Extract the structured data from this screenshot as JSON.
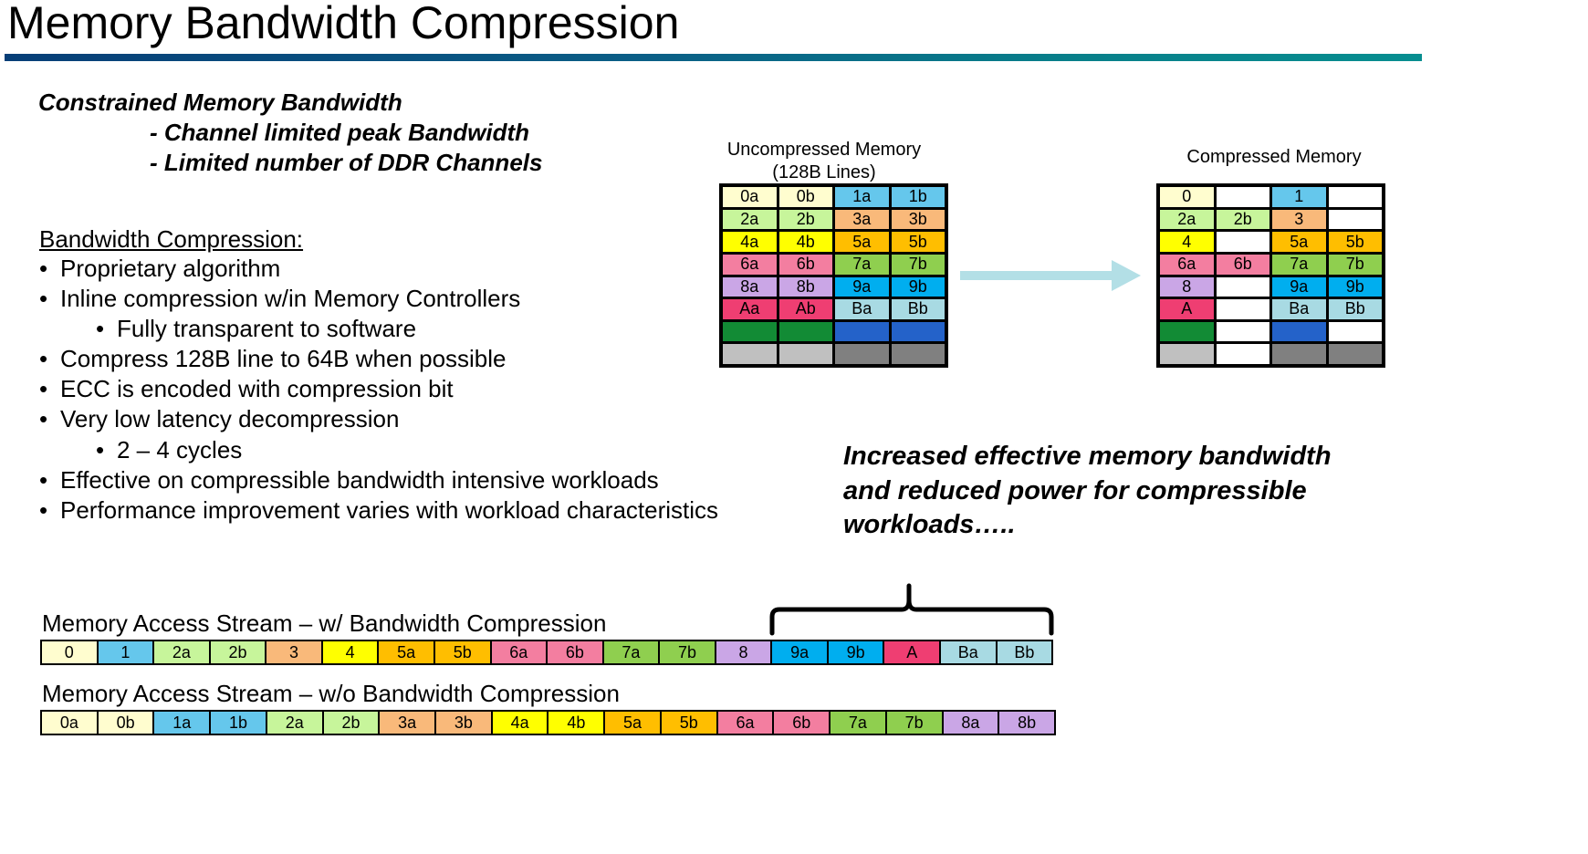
{
  "title": "Memory Bandwidth Compression",
  "constrained": {
    "heading": "Constrained Memory Bandwidth",
    "points": [
      "- Channel limited peak Bandwidth",
      "- Limited number of DDR Channels"
    ]
  },
  "bandwidth_compression": {
    "heading": "Bandwidth Compression:",
    "bullets": [
      {
        "level": 1,
        "text": "Proprietary algorithm"
      },
      {
        "level": 1,
        "text": "Inline compression w/in Memory Controllers"
      },
      {
        "level": 2,
        "text": "Fully transparent to software"
      },
      {
        "level": 1,
        "text": "Compress 128B line to 64B when possible"
      },
      {
        "level": 1,
        "text": "ECC is encoded with compression bit"
      },
      {
        "level": 1,
        "text": "Very low latency decompression"
      },
      {
        "level": 2,
        "text": "2 – 4 cycles"
      },
      {
        "level": 1,
        "text": "Effective on compressible bandwidth intensive workloads"
      },
      {
        "level": 1,
        "text": "Performance improvement varies with workload characteristics"
      }
    ]
  },
  "colors": {
    "c0": "#fffdcf",
    "c1": "#65c7ec",
    "c2": "#c7f59b",
    "c3": "#f9b97a",
    "c4": "#ffff00",
    "c5": "#ffbe00",
    "c6": "#f37ea0",
    "c7": "#8fcf4f",
    "c8": "#caa6e6",
    "c9": "#00aeef",
    "cA": "#ef3e72",
    "cB": "#a8dae3",
    "green": "#128b35",
    "blue": "#2462c9",
    "lightgray": "#c0c0c0",
    "darkgray": "#808080",
    "empty": "#ffffff",
    "arrow": "#b3dfe6"
  },
  "uncompressed": {
    "label_line1": "Uncompressed Memory",
    "label_line2": "(128B Lines)",
    "rows": [
      [
        [
          "0a",
          "c0"
        ],
        [
          "0b",
          "c0"
        ],
        [
          "1a",
          "c1"
        ],
        [
          "1b",
          "c1"
        ]
      ],
      [
        [
          "2a",
          "c2"
        ],
        [
          "2b",
          "c2"
        ],
        [
          "3a",
          "c3"
        ],
        [
          "3b",
          "c3"
        ]
      ],
      [
        [
          "4a",
          "c4"
        ],
        [
          "4b",
          "c4"
        ],
        [
          "5a",
          "c5"
        ],
        [
          "5b",
          "c5"
        ]
      ],
      [
        [
          "6a",
          "c6"
        ],
        [
          "6b",
          "c6"
        ],
        [
          "7a",
          "c7"
        ],
        [
          "7b",
          "c7"
        ]
      ],
      [
        [
          "8a",
          "c8"
        ],
        [
          "8b",
          "c8"
        ],
        [
          "9a",
          "c9"
        ],
        [
          "9b",
          "c9"
        ]
      ],
      [
        [
          "Aa",
          "cA"
        ],
        [
          "Ab",
          "cA"
        ],
        [
          "Ba",
          "cB"
        ],
        [
          "Bb",
          "cB"
        ]
      ],
      [
        [
          "",
          "green"
        ],
        [
          "",
          "green"
        ],
        [
          "",
          "blue"
        ],
        [
          "",
          "blue"
        ]
      ],
      [
        [
          "",
          "lightgray"
        ],
        [
          "",
          "lightgray"
        ],
        [
          "",
          "darkgray"
        ],
        [
          "",
          "darkgray"
        ]
      ]
    ]
  },
  "compressed": {
    "label": "Compressed Memory",
    "rows": [
      [
        [
          "0",
          "c0"
        ],
        [
          "",
          "empty"
        ],
        [
          "1",
          "c1"
        ],
        [
          "",
          "empty"
        ]
      ],
      [
        [
          "2a",
          "c2"
        ],
        [
          "2b",
          "c2"
        ],
        [
          "3",
          "c3"
        ],
        [
          "",
          "empty"
        ]
      ],
      [
        [
          "4",
          "c4"
        ],
        [
          "",
          "empty"
        ],
        [
          "5a",
          "c5"
        ],
        [
          "5b",
          "c5"
        ]
      ],
      [
        [
          "6a",
          "c6"
        ],
        [
          "6b",
          "c6"
        ],
        [
          "7a",
          "c7"
        ],
        [
          "7b",
          "c7"
        ]
      ],
      [
        [
          "8",
          "c8"
        ],
        [
          "",
          "empty"
        ],
        [
          "9a",
          "c9"
        ],
        [
          "9b",
          "c9"
        ]
      ],
      [
        [
          "A",
          "cA"
        ],
        [
          "",
          "empty"
        ],
        [
          "Ba",
          "cB"
        ],
        [
          "Bb",
          "cB"
        ]
      ],
      [
        [
          "",
          "green"
        ],
        [
          "",
          "empty"
        ],
        [
          "",
          "blue"
        ],
        [
          "",
          "empty"
        ]
      ],
      [
        [
          "",
          "lightgray"
        ],
        [
          "",
          "empty"
        ],
        [
          "",
          "darkgray"
        ],
        [
          "",
          "darkgray"
        ]
      ]
    ]
  },
  "claim": {
    "lines": [
      "Increased effective memory bandwidth",
      "and reduced power for compressible",
      "workloads….."
    ]
  },
  "stream_with": {
    "label": "Memory Access Stream – w/ Bandwidth Compression",
    "cells": [
      [
        "0",
        "c0"
      ],
      [
        "1",
        "c1"
      ],
      [
        "2a",
        "c2"
      ],
      [
        "2b",
        "c2"
      ],
      [
        "3",
        "c3"
      ],
      [
        "4",
        "c4"
      ],
      [
        "5a",
        "c5"
      ],
      [
        "5b",
        "c5"
      ],
      [
        "6a",
        "c6"
      ],
      [
        "6b",
        "c6"
      ],
      [
        "7a",
        "c7"
      ],
      [
        "7b",
        "c7"
      ],
      [
        "8",
        "c8"
      ],
      [
        "9a",
        "c9"
      ],
      [
        "9b",
        "c9"
      ],
      [
        "A",
        "cA"
      ],
      [
        "Ba",
        "cB"
      ],
      [
        "Bb",
        "cB"
      ]
    ]
  },
  "stream_without": {
    "label": "Memory Access Stream – w/o Bandwidth Compression",
    "cells": [
      [
        "0a",
        "c0"
      ],
      [
        "0b",
        "c0"
      ],
      [
        "1a",
        "c1"
      ],
      [
        "1b",
        "c1"
      ],
      [
        "2a",
        "c2"
      ],
      [
        "2b",
        "c2"
      ],
      [
        "3a",
        "c3"
      ],
      [
        "3b",
        "c3"
      ],
      [
        "4a",
        "c4"
      ],
      [
        "4b",
        "c4"
      ],
      [
        "5a",
        "c5"
      ],
      [
        "5b",
        "c5"
      ],
      [
        "6a",
        "c6"
      ],
      [
        "6b",
        "c6"
      ],
      [
        "7a",
        "c7"
      ],
      [
        "7b",
        "c7"
      ],
      [
        "8a",
        "c8"
      ],
      [
        "8b",
        "c8"
      ]
    ]
  }
}
